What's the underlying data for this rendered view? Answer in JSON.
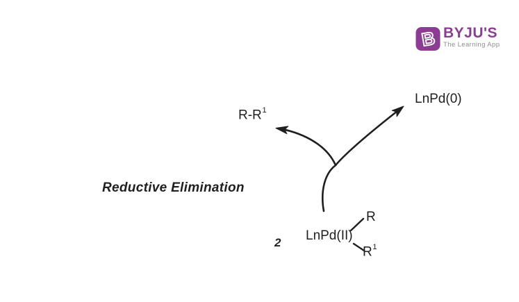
{
  "colors": {
    "background": "#ffffff",
    "ink": "#1f1f1f",
    "brand_purple": "#8a3d91",
    "tagline_gray": "#8c8c8c"
  },
  "logo": {
    "icon_letter": "B",
    "brand": "BYJU'S",
    "tagline": "The Learning App"
  },
  "scheme": {
    "step_label": "Reductive Elimination",
    "product": {
      "base": "R-R",
      "sup": "1"
    },
    "released_species": "LnPd(0)",
    "coefficient": "2",
    "complex": "LnPd(II)",
    "ligand_top": "R",
    "ligand_bottom": {
      "base": "R",
      "sup": "1"
    }
  }
}
